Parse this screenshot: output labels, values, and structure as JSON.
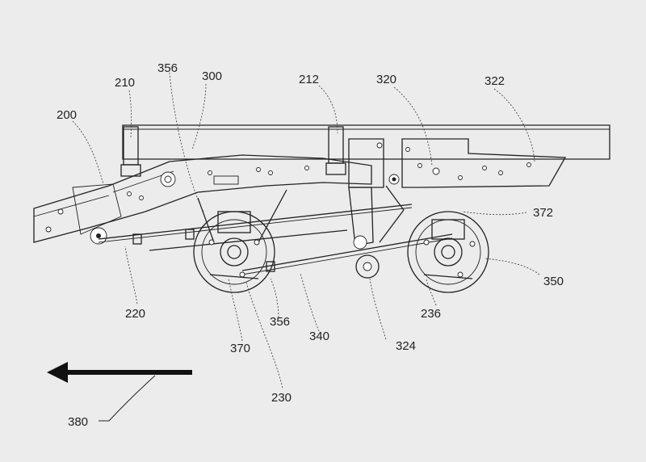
{
  "figure": {
    "labels": {
      "l200": "200",
      "l210": "210",
      "l356a": "356",
      "l300": "300",
      "l212": "212",
      "l320": "320",
      "l322": "322",
      "l372": "372",
      "l350": "350",
      "l220": "220",
      "l356b": "356",
      "l340": "340",
      "l370": "370",
      "l230": "230",
      "l324": "324",
      "l236": "236",
      "l380": "380"
    }
  }
}
